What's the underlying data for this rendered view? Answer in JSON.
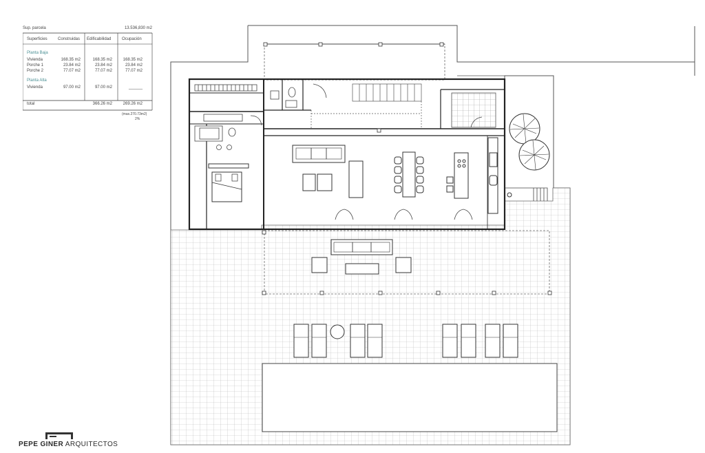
{
  "summary_table": {
    "parcel_label": "Sup. parcela",
    "parcel_value": "13.536,830 m2",
    "headers": [
      "Superficies",
      "Construidas",
      "Edificabilidad",
      "Ocupación"
    ],
    "groups": [
      {
        "title": "Planta Baja",
        "rows": [
          {
            "name": "Vivienda",
            "construidas": "168.35 m2",
            "edificabilidad": "168.35 m2",
            "ocupacion": "168.35 m2"
          },
          {
            "name": "Porche 1",
            "construidas": "23.84 m2",
            "edificabilidad": "23.84 m2",
            "ocupacion": "23.84 m2"
          },
          {
            "name": "Porche 2",
            "construidas": "77.07 m2",
            "edificabilidad": "77.07 m2",
            "ocupacion": "77.07 m2"
          }
        ]
      },
      {
        "title": "Planta Alta",
        "rows": [
          {
            "name": "Vivienda",
            "construidas": "97.00 m2",
            "edificabilidad": "97.00 m2",
            "ocupacion": "______"
          }
        ]
      }
    ],
    "total_label": "total",
    "total_edificabilidad": "366.26 m2",
    "total_ocupacion": "269.26 m2",
    "max_note": "(max.270.73m2)",
    "percent_note": "2%"
  },
  "brand": {
    "name_bold": "PEPE GINER",
    "name_light": "ARQUITECTOS"
  }
}
